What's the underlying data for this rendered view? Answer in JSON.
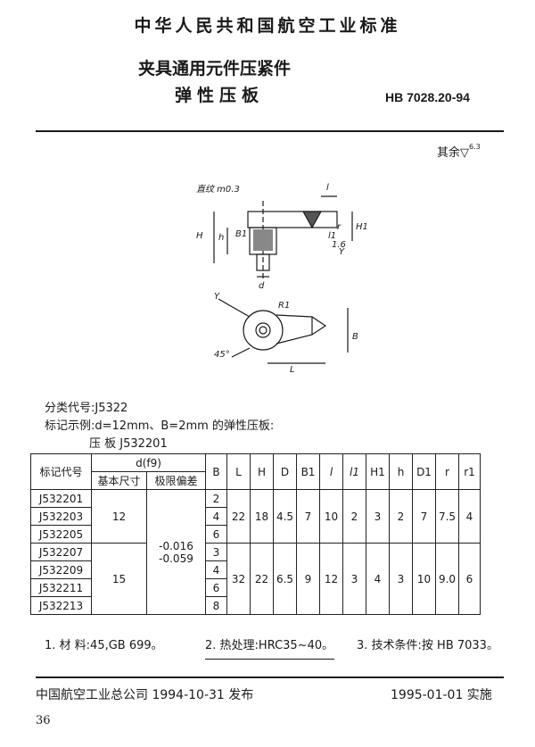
{
  "header": {
    "standard_org": "中华人民共和国航空工业标准"
  },
  "title": {
    "line1": "夹具通用元件压紧件",
    "line2": "弹性压板",
    "std_number": "HB 7028.20-94"
  },
  "roughness": {
    "label": "其余",
    "value": "6.3"
  },
  "drawing": {
    "knurl_label": "直纹 m0.3",
    "dims": [
      "H",
      "h",
      "B1",
      "H1",
      "d",
      "L",
      "l",
      "l1",
      "r",
      "R1",
      "B",
      "45°",
      "Y",
      "1.6",
      "Y"
    ]
  },
  "classification": "分类代号:J5322",
  "marking_example": {
    "line1": "标记示例:d=12mm、B=2mm 的弹性压板:",
    "line2": "压    板 J532201"
  },
  "table": {
    "col_mark": "标记代号",
    "col_d": "d(f9)",
    "col_d_basic": "基本尺寸",
    "col_d_tol": "极限偏差",
    "col_B": "B",
    "col_L": "L",
    "col_H": "H",
    "col_D": "D",
    "col_B1": "B1",
    "col_l": "l",
    "col_l1": "l1",
    "col_H1": "H1",
    "col_h": "h",
    "col_D1": "D1",
    "col_r": "r",
    "col_r1": "r1",
    "codes": [
      "J532201",
      "J532203",
      "J532205",
      "J532207",
      "J532209",
      "J532211",
      "J532213"
    ],
    "B_values": [
      "2",
      "4",
      "6",
      "3",
      "4",
      "6",
      "8"
    ],
    "tolerance": [
      "-0.016",
      "-0.059"
    ],
    "group1": {
      "d": "12",
      "L": "22",
      "H": "18",
      "D": "4.5",
      "B1": "7",
      "l": "10",
      "l1": "2",
      "H1": "3",
      "h": "2",
      "D1": "7",
      "r": "7.5",
      "r1": "4"
    },
    "group2": {
      "d": "15",
      "L": "32",
      "H": "22",
      "D": "6.5",
      "B1": "9",
      "l": "12",
      "l1": "3",
      "H1": "4",
      "h": "3",
      "D1": "10",
      "r": "9.0",
      "r1": "6"
    }
  },
  "notes": {
    "n1": "1. 材    料:45,GB 699。",
    "n2": "2. 热处理:HRC35~40。",
    "n3": "3. 技术条件:按 HB 7033。"
  },
  "footer": {
    "issued": "中国航空工业总公司 1994-10-31 发布",
    "effective": "1995-01-01 实施",
    "page": "36"
  }
}
